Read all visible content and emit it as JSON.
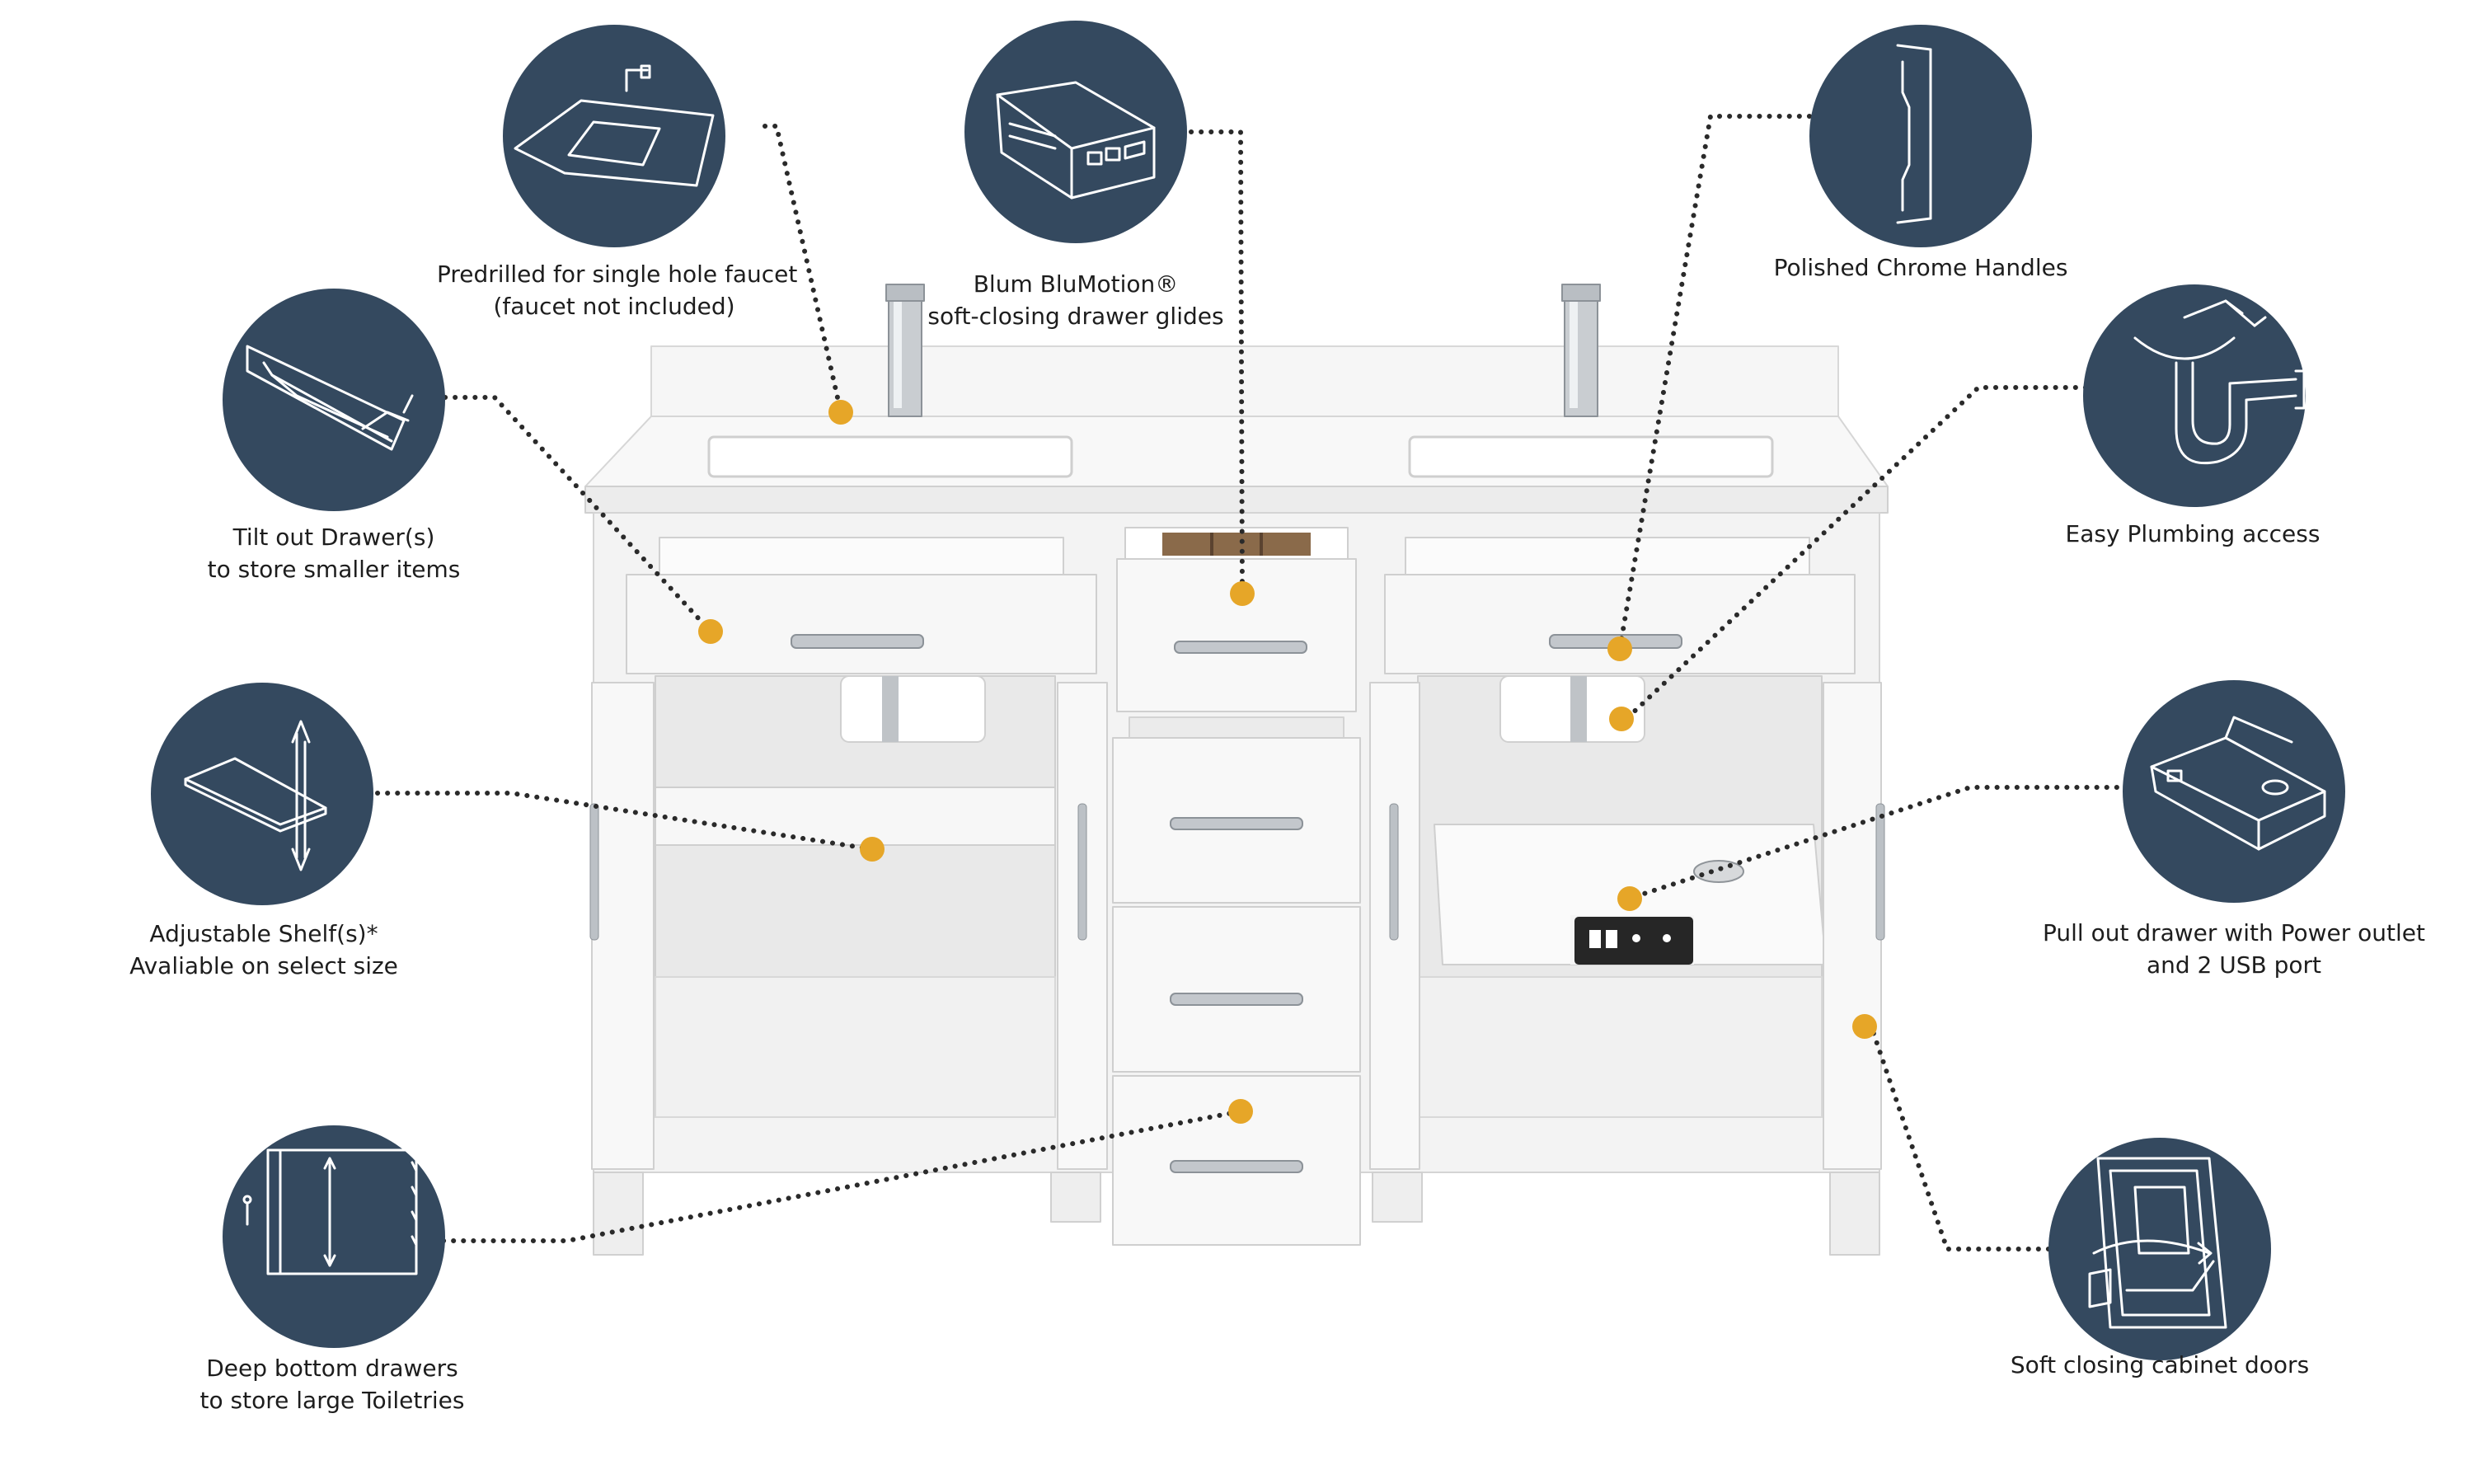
{
  "colors": {
    "badge": "#34495f",
    "marker": "#e6a628",
    "leader": "#2a2a2a",
    "cabinet": "#f4f4f4",
    "counter": "#f7f7f7"
  },
  "callouts": [
    {
      "id": "faucet",
      "icon": "sink-countertop-icon",
      "lines": [
        "Predrilled for single hole faucet",
        "(faucet not included)"
      ]
    },
    {
      "id": "glides",
      "icon": "drawer-glide-icon",
      "lines": [
        "Blum BluMotion®",
        "soft-closing drawer glides"
      ]
    },
    {
      "id": "handles",
      "icon": "chrome-handle-icon",
      "lines": [
        "Polished Chrome Handles"
      ]
    },
    {
      "id": "tilt",
      "icon": "tilt-drawer-icon",
      "lines": [
        "Tilt out Drawer(s)",
        "to store smaller items"
      ]
    },
    {
      "id": "plumbing",
      "icon": "plumbing-pipe-icon",
      "lines": [
        "Easy Plumbing access"
      ]
    },
    {
      "id": "shelf",
      "icon": "adjustable-shelf-icon",
      "lines": [
        "Adjustable Shelf(s)*",
        "Avaliable on select size"
      ]
    },
    {
      "id": "power",
      "icon": "power-drawer-icon",
      "lines": [
        "Pull out drawer with Power outlet",
        "and 2 USB port"
      ]
    },
    {
      "id": "deep",
      "icon": "deep-drawer-icon",
      "lines": [
        "Deep bottom drawers",
        "to store large Toiletries"
      ]
    },
    {
      "id": "doors",
      "icon": "soft-close-door-icon",
      "lines": [
        "Soft closing cabinet doors"
      ]
    }
  ]
}
